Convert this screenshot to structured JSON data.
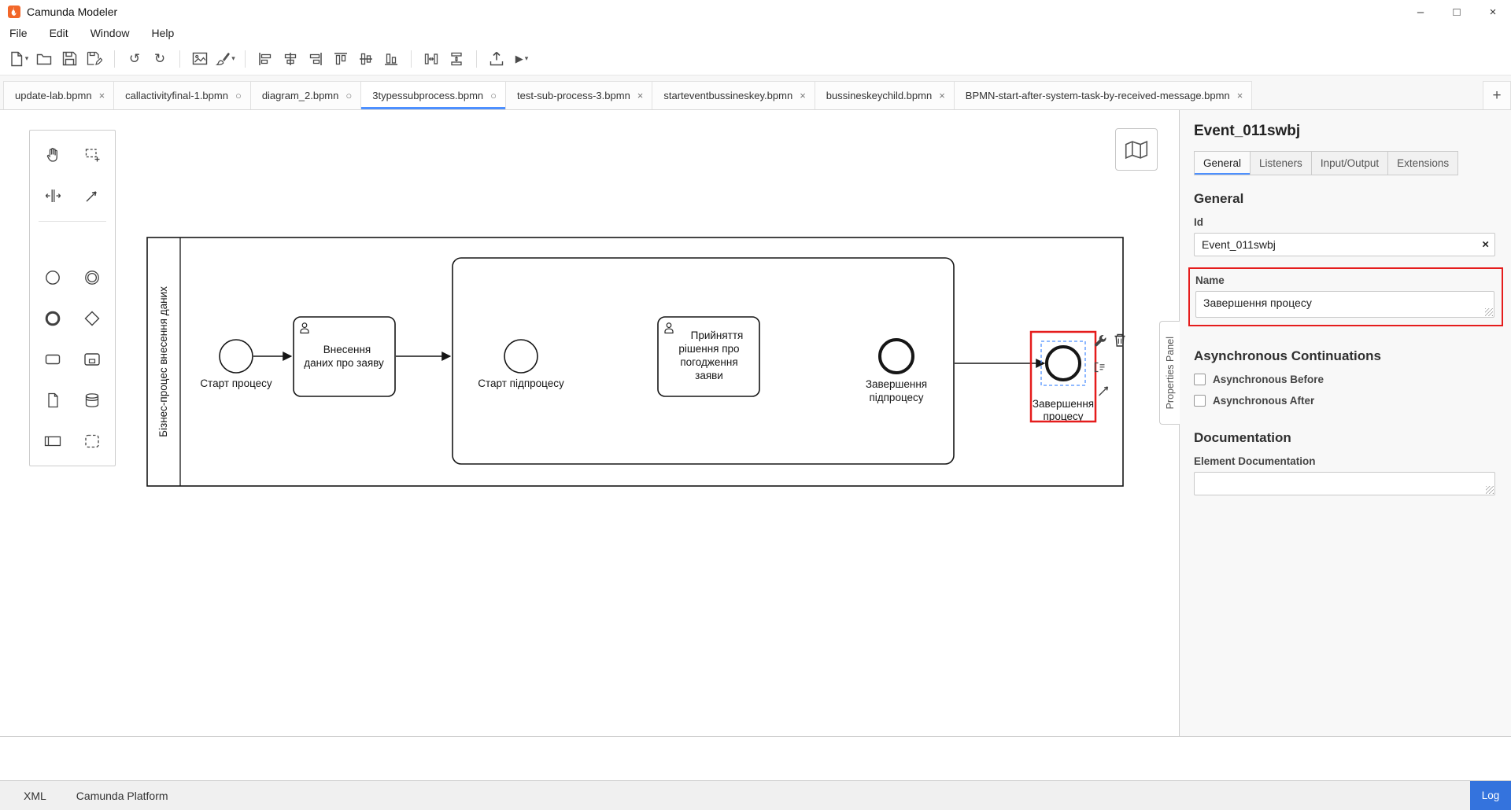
{
  "glyphs": {
    "minimize": "–",
    "maximize": "□",
    "window_close": "×",
    "undo": "↺",
    "redo": "↻",
    "play": "▶",
    "caret": "▾",
    "clear": "×",
    "plus": "+"
  },
  "titlebar": {
    "title": "Camunda Modeler"
  },
  "menu": {
    "items": [
      "File",
      "Edit",
      "Window",
      "Help"
    ]
  },
  "toolbar": {
    "icons": [
      "new-file",
      "open-file",
      "save",
      "save-as",
      "undo",
      "redo",
      "export-image",
      "format-tool",
      "align-left",
      "align-center",
      "align-right",
      "align-top",
      "align-middle",
      "align-bottom",
      "distribute-horizontal",
      "distribute-vertical",
      "deploy",
      "start-instance"
    ]
  },
  "tabs": {
    "items": [
      {
        "label": "update-lab.bpmn",
        "mark": "×",
        "active": false
      },
      {
        "label": "callactivityfinal-1.bpmn",
        "mark": "○",
        "active": false
      },
      {
        "label": "diagram_2.bpmn",
        "mark": "○",
        "active": false
      },
      {
        "label": "3typessubprocess.bpmn",
        "mark": "○",
        "active": true
      },
      {
        "label": "test-sub-process-3.bpmn",
        "mark": "×",
        "active": false
      },
      {
        "label": "starteventbussineskey.bpmn",
        "mark": "×",
        "active": false
      },
      {
        "label": "bussineskeychild.bpmn",
        "mark": "×",
        "active": false
      },
      {
        "label": "BPMN-start-after-system-task-by-received-message.bpmn",
        "mark": "×",
        "active": false
      }
    ],
    "new_tab": "+"
  },
  "canvas": {
    "pool_label": "Бізнес-процес внесення даних",
    "start_event_label": "Старт процесу",
    "task1_lines": [
      "Внесення",
      "даних про заяву"
    ],
    "sub_start_label": "Старт підпроцесу",
    "task2_lines": [
      "Прийняття",
      "рішення про",
      "погодження",
      "заяви"
    ],
    "sub_end_lines": [
      "Завершення",
      "підпроцесу"
    ],
    "end_event_lines": [
      "Завершення",
      "процесу"
    ]
  },
  "properties": {
    "header": "Event_011swbj",
    "tabs": [
      {
        "label": "General",
        "active": true
      },
      {
        "label": "Listeners",
        "active": false
      },
      {
        "label": "Input/Output",
        "active": false
      },
      {
        "label": "Extensions",
        "active": false
      }
    ],
    "general_heading": "General",
    "id_label": "Id",
    "id_value": "Event_011swbj",
    "name_label": "Name",
    "name_value": "Завершення процесу",
    "async_heading": "Asynchronous Continuations",
    "async_before": "Asynchronous Before",
    "async_after": "Asynchronous After",
    "async_before_checked": false,
    "async_after_checked": false,
    "doc_heading": "Documentation",
    "doc_label": "Element Documentation",
    "doc_value": "",
    "side_tab": "Properties Panel"
  },
  "statusbar": {
    "items": [
      "XML",
      "Camunda Platform"
    ],
    "log": "Log"
  },
  "colors": {
    "accent": "#4d90ff",
    "annotation_red": "#e51c1c",
    "brand_orange": "#f2672a",
    "log_button_blue": "#3473dd"
  }
}
